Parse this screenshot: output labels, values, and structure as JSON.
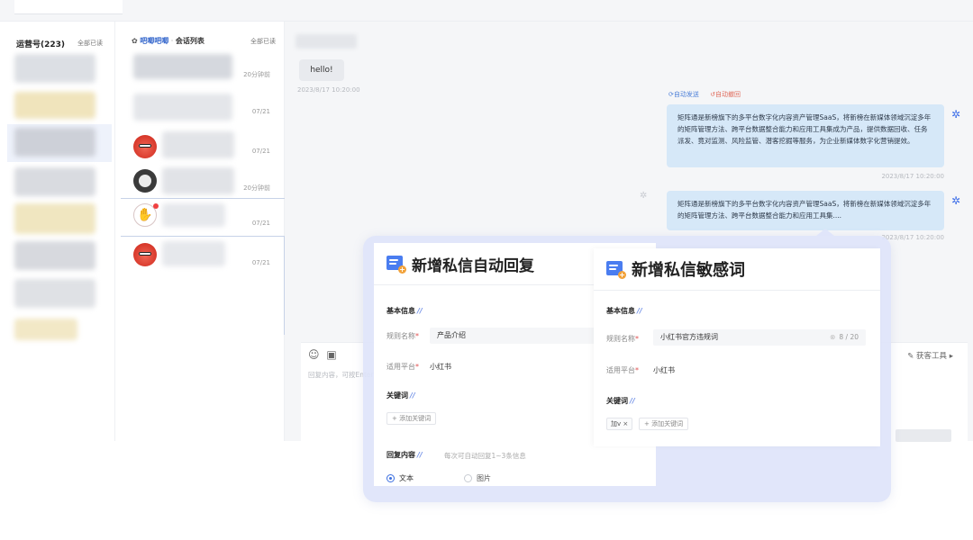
{
  "col1": {
    "title": "运营号(223)",
    "mark_all": "全部已读"
  },
  "col2": {
    "account_name": "吧唧吧唧",
    "separator": "·",
    "list_title": "会话列表",
    "mark_all": "全部已读",
    "items": [
      {
        "time": "20分钟前"
      },
      {
        "time": "07/21"
      },
      {
        "time": "07/21"
      },
      {
        "time": "20分钟前"
      },
      {
        "time": "07/21"
      },
      {
        "time": "07/21"
      }
    ]
  },
  "chat": {
    "incoming": {
      "text": "hello!",
      "time": "2023/8/17 10:20:00"
    },
    "tags": {
      "auto_send": "自动发送",
      "auto_withdraw": "自动撤回"
    },
    "outgoing": [
      {
        "text": "矩阵通是新榜旗下的多平台数字化内容资产管理SaaS，将新榜在新媒体领域沉淀多年的矩阵管理方法、跨平台数据整合能力和应用工具集成为产品，提供数据回收、任务派发、竟对监测、风险监管、潜客挖掘等服务，为企业新媒体数字化营销提效。",
        "time": "2023/8/17 10:20:00"
      },
      {
        "text": "矩阵通是新榜旗下的多平台数字化内容资产管理SaaS，将新榜在新媒体领域沉淀多年的矩阵管理方法、跨平台数据整合能力和应用工具集....",
        "time": "2023/8/17 10:20:00"
      }
    ],
    "composer": {
      "placeholder": "回复内容，可按Enter",
      "tools_label": "获客工具"
    }
  },
  "card_auto_reply": {
    "title": "新增私信自动回复",
    "basic_info": "基本信息",
    "rule_name_label": "规则名称",
    "rule_name_value": "产品介绍",
    "platform_label": "适用平台",
    "platform_value": "小红书",
    "keywords_label": "关键词",
    "add_keyword": "+ 添加关键词",
    "reply_content_label": "回复内容",
    "reply_hint": "每次可自动回复1~3条信息",
    "radio_text": "文本",
    "radio_image": "图片"
  },
  "card_sensitive": {
    "title": "新增私信敏感词",
    "basic_info": "基本信息",
    "rule_name_label": "规则名称",
    "rule_name_value": "小红书官方违规词",
    "counter": "8 / 20",
    "platform_label": "适用平台",
    "platform_value": "小红书",
    "keywords_label": "关键词",
    "keyword_chip": "加v ×",
    "add_keyword": "+ 添加关键词"
  },
  "colors": {
    "accent": "#4a7df0",
    "bubble": "#d6e8f8",
    "overlay": "#dee4fa",
    "required": "#e05050"
  },
  "icons": {
    "emoji": "emoji-icon",
    "image": "image-icon",
    "gear": "gear-icon",
    "bot": "bot-icon"
  }
}
